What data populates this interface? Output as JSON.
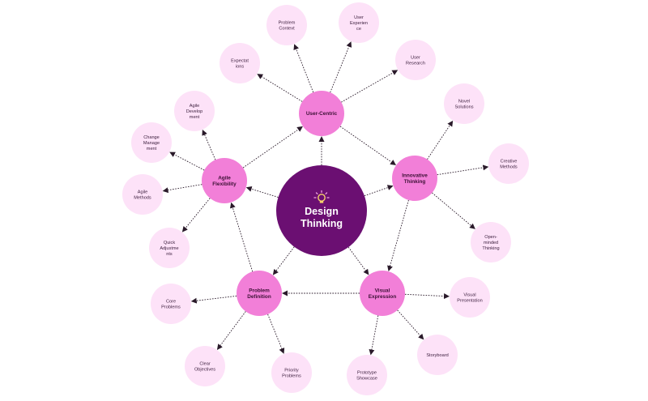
{
  "colors": {
    "center": "#6b0f72",
    "hub": "#f27fd8",
    "leaf": "#fde2f8",
    "line": "#2a1a2a",
    "center_text": "#ffffff"
  },
  "center": {
    "id": "center",
    "label_lines": [
      "Design",
      "Thinking"
    ],
    "icon": "lightbulb-icon"
  },
  "hubs": [
    {
      "id": "user-centric",
      "label_lines": [
        "User-Centric"
      ],
      "leaves": [
        {
          "id": "problem-context",
          "label_lines": [
            "Problem",
            "Context"
          ]
        },
        {
          "id": "user-experience",
          "label_lines": [
            "User",
            "Experien",
            "ce"
          ]
        },
        {
          "id": "user-research",
          "label_lines": [
            "User",
            "Research"
          ]
        },
        {
          "id": "expectations",
          "label_lines": [
            "Expectat",
            "ions"
          ]
        }
      ]
    },
    {
      "id": "innovative-thinking",
      "label_lines": [
        "Innovative",
        "Thinking"
      ],
      "leaves": [
        {
          "id": "novel-solutions",
          "label_lines": [
            "Novel",
            "Solutions"
          ]
        },
        {
          "id": "creative-methods",
          "label_lines": [
            "Creative",
            "Methods"
          ]
        },
        {
          "id": "open-minded-thinking",
          "label_lines": [
            "Open-",
            "minded",
            "Thinking"
          ]
        }
      ]
    },
    {
      "id": "visual-expression",
      "label_lines": [
        "Visual",
        "Expression"
      ],
      "leaves": [
        {
          "id": "visual-presentation",
          "label_lines": [
            "Visual",
            "Presentation"
          ]
        },
        {
          "id": "storyboard",
          "label_lines": [
            "Storyboard"
          ]
        },
        {
          "id": "prototype-showcase",
          "label_lines": [
            "Prototype",
            "Showcase"
          ]
        }
      ]
    },
    {
      "id": "problem-definition",
      "label_lines": [
        "Problem",
        "Definition"
      ],
      "leaves": [
        {
          "id": "core-problems",
          "label_lines": [
            "Core",
            "Problems"
          ]
        },
        {
          "id": "clear-objectives",
          "label_lines": [
            "Clear",
            "Objectives"
          ]
        },
        {
          "id": "priority-problems",
          "label_lines": [
            "Priority",
            "Problems"
          ]
        }
      ]
    },
    {
      "id": "agile-flexibility",
      "label_lines": [
        "Agile",
        "Flexibility"
      ],
      "leaves": [
        {
          "id": "agile-development",
          "label_lines": [
            "Agile",
            "Develop",
            "ment"
          ]
        },
        {
          "id": "change-management",
          "label_lines": [
            "Change",
            "Manage",
            "ment"
          ]
        },
        {
          "id": "agile-methods",
          "label_lines": [
            "Agile",
            "Methods"
          ]
        },
        {
          "id": "quick-adjustments",
          "label_lines": [
            "Quick",
            "Adjustme",
            "nts"
          ]
        }
      ]
    }
  ]
}
